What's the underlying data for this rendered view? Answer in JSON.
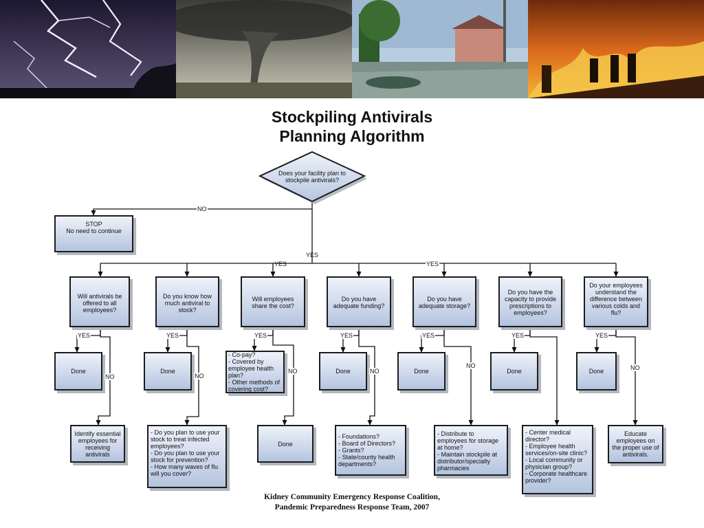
{
  "title": {
    "line1": "Stockpiling Antivirals",
    "line2": "Planning Algorithm"
  },
  "banner": {
    "photos": [
      "lightning",
      "tornado",
      "flood",
      "wildfire"
    ]
  },
  "decision": {
    "text": "Does your facility plan to stockpile antivirals?"
  },
  "stop": {
    "line1": "STOP",
    "line2": "No need to continue"
  },
  "labels": {
    "yes": "YES",
    "no": "NO"
  },
  "questions": [
    {
      "text": "Will antivirals be offered to all employees?"
    },
    {
      "text": "Do you know how much antiviral to stock?"
    },
    {
      "text": "Will employees share the cost?"
    },
    {
      "text": "Do you have adequate funding?"
    },
    {
      "text": "Do you have adequate storage?"
    },
    {
      "text": "Do you have the capacity to provide prescriptions to employees?"
    },
    {
      "text": "Do your employees understand the difference between various colds and flu?"
    }
  ],
  "yes_outcomes": [
    {
      "text": "Done"
    },
    {
      "text": "Done"
    },
    {
      "lines": [
        "- Co-pay?",
        "- Covered by employee health plan?",
        "- Other methods of covering cost?"
      ]
    },
    {
      "text": "Done"
    },
    {
      "text": "Done"
    },
    {
      "text": "Done"
    },
    {
      "text": "Done"
    }
  ],
  "no_outcomes": [
    {
      "text": "Identify essential employees for receiving antivirals"
    },
    {
      "lines": [
        "- Do you plan to use your stock to treat infected employees?",
        "- Do you plan to use your stock for prevention?",
        "- How many waves of flu will you cover?"
      ]
    },
    {
      "text": "Done"
    },
    {
      "lines": [
        "- Foundations?",
        "- Board of Directors?",
        "- Grants?",
        "- State/county health departments?"
      ]
    },
    {
      "lines": [
        "- Distribute to employees for storage at home?",
        "- Maintain stockpile at distributor/specialty pharmacies"
      ]
    },
    {
      "lines": [
        "- Center medical director?",
        "- Employee health services/on-site clinic?",
        "- Local community or physician group?",
        "- Corporate healthcare provider?"
      ]
    },
    {
      "text": "Educate employees on the proper use of antivirals."
    }
  ],
  "credit": {
    "line1": "Kidney Community Emergency Response Coalition,",
    "line2": "Pandemic Preparedness Response Team, 2007"
  }
}
